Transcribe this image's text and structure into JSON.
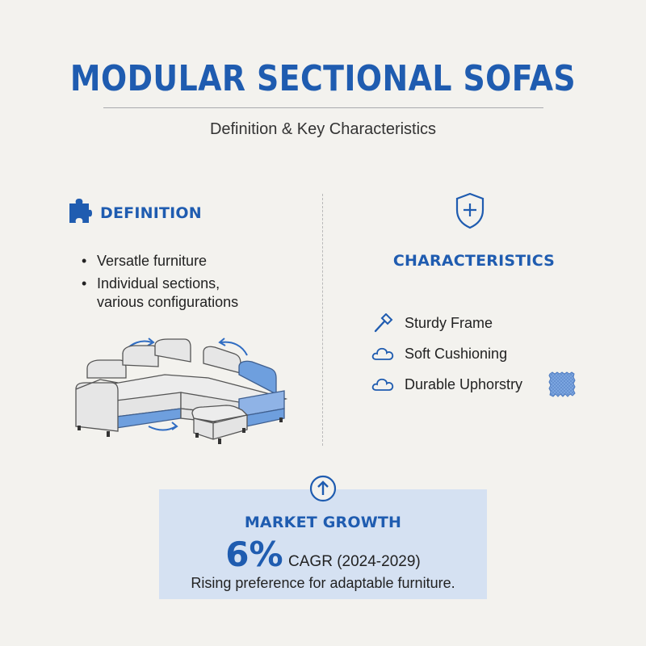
{
  "header": {
    "title": "MODULAR SECTIONAL SOFAS",
    "subtitle": "Definition & Key Characteristics"
  },
  "definition": {
    "heading": "DEFINITION",
    "icon": "puzzle-piece-icon",
    "bullet": "•",
    "items": [
      "Versatle furniture",
      "Individual sections, various configurations"
    ]
  },
  "characteristics": {
    "heading": "CHARACTERISTICS",
    "icon": "shield-plus-icon",
    "items": [
      {
        "label": "Sturdy Frame",
        "icon": "hammer-icon"
      },
      {
        "label": "Soft Cushioning",
        "icon": "cloud-icon"
      },
      {
        "label": "Durable Uphorstry",
        "icon": "cloud-icon"
      }
    ],
    "swatch_icon": "fabric-swatch-icon"
  },
  "growth": {
    "heading": "MARKET GROWTH",
    "percent": "6%",
    "cagr": "CAGR (2024-2029)",
    "note": "Rising preference for adaptable furniture.",
    "icon": "arrow-up-circle-icon"
  },
  "colors": {
    "accent": "#1f5cb0",
    "panel": "#d5e1f2",
    "background": "#f3f2ee",
    "sofa_blue": "#6e9fde",
    "sofa_gray": "#e4e4e4"
  }
}
